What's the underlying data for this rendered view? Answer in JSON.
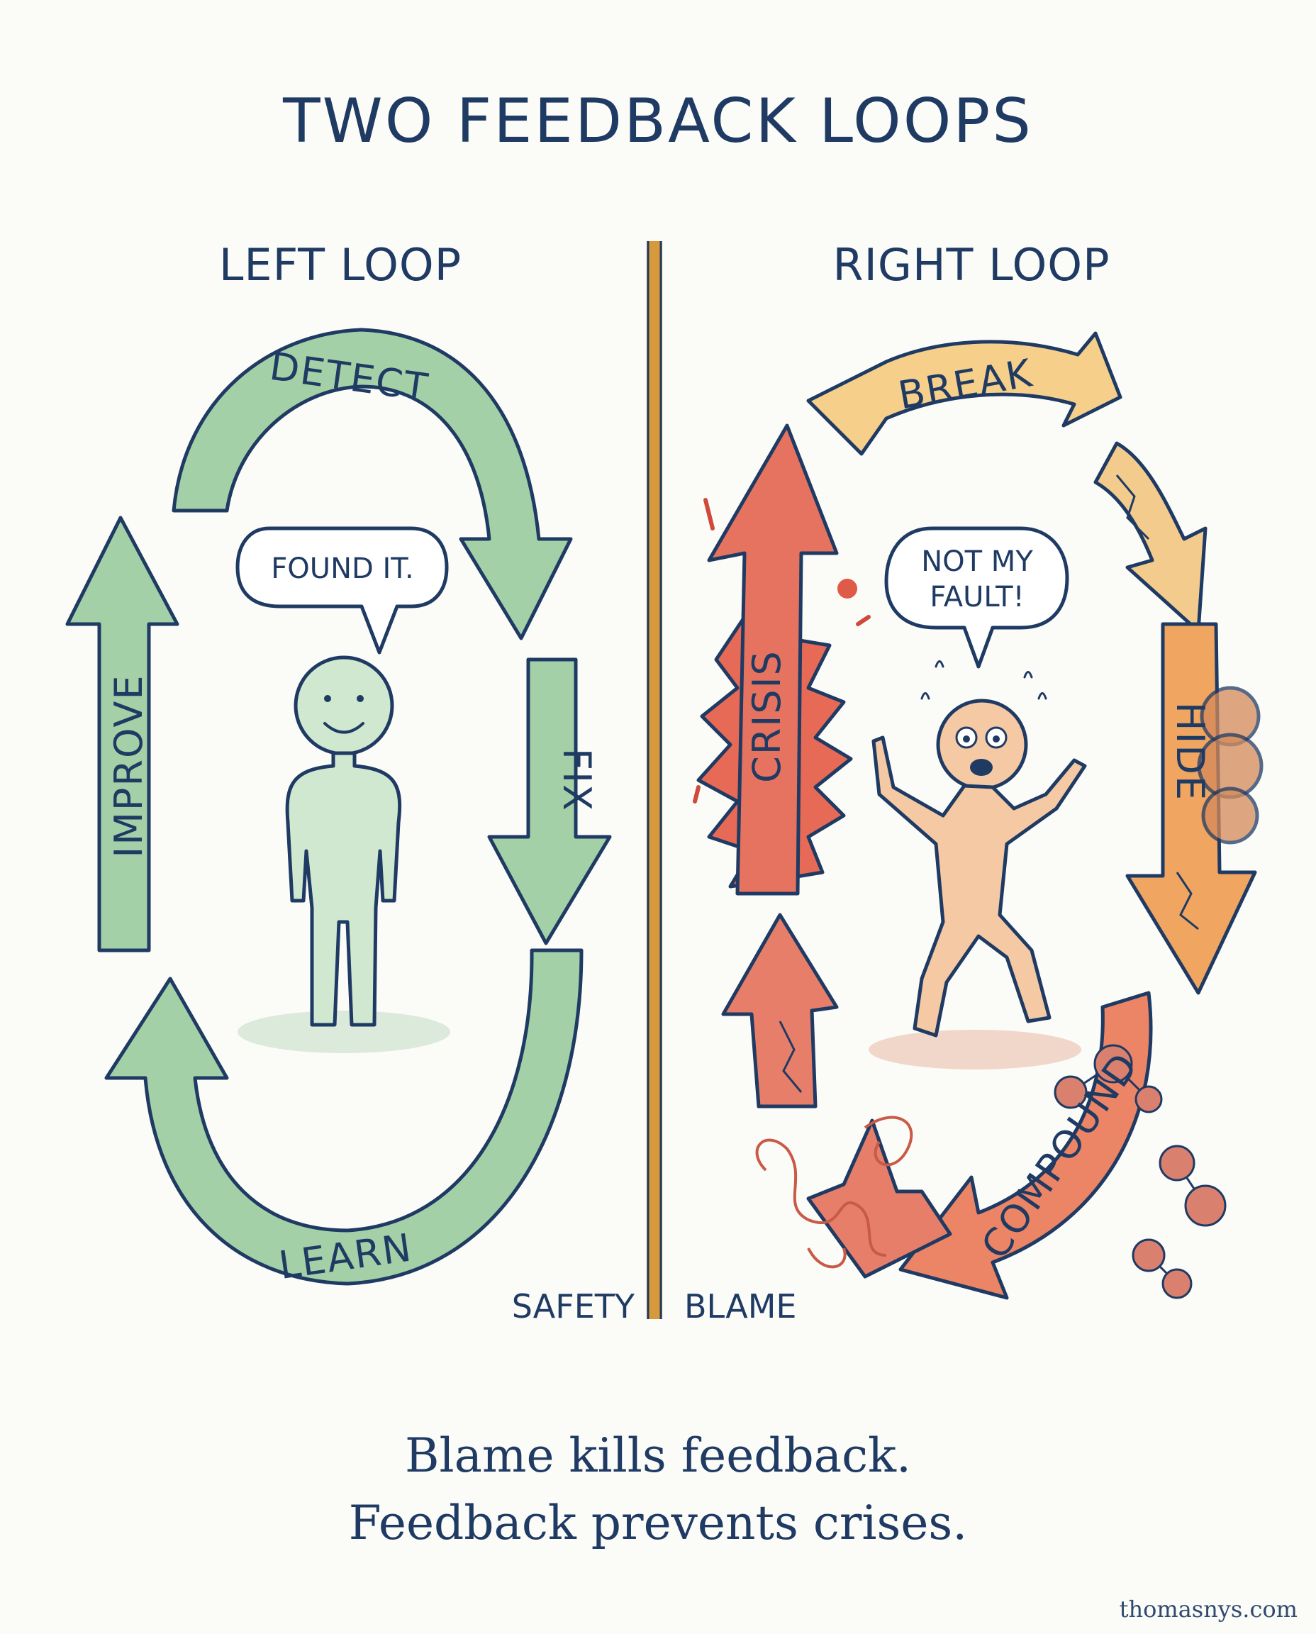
{
  "title": "TWO FEEDBACK LOOPS",
  "left_loop": {
    "heading": "LEFT LOOP",
    "steps": [
      "DETECT",
      "FIX",
      "LEARN",
      "IMPROVE"
    ],
    "speech": "FOUND IT.",
    "label": "SAFETY",
    "color": "#9fcca3"
  },
  "right_loop": {
    "heading": "RIGHT LOOP",
    "steps": [
      "BREAK",
      "HIDE",
      "COMPOUND",
      "CRISIS"
    ],
    "speech_line1": "NOT MY",
    "speech_line2": "FAULT!",
    "label": "BLAME",
    "colors": {
      "break": "#f6d08a",
      "hide": "#f0a560",
      "compound": "#ec8466",
      "crisis": "#e5735f"
    }
  },
  "divider_color": "#d69a3c",
  "tagline": {
    "line1": "Blame kills feedback.",
    "line2": "Feedback prevents crises."
  },
  "credit": "thomasnys.com"
}
